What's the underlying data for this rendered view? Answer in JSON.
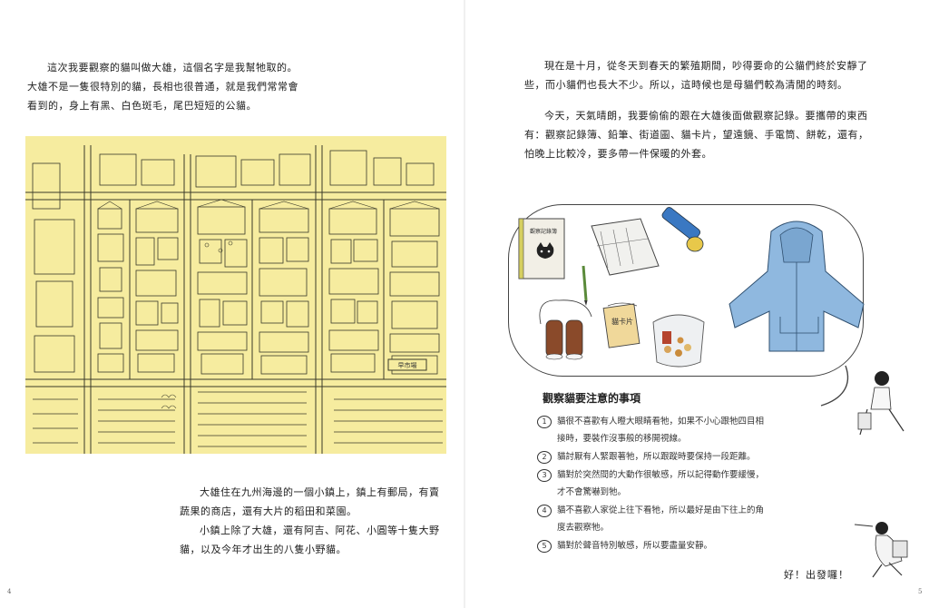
{
  "left_page": {
    "intro": [
      "這次我要觀察的貓叫做大雄，這個名字是我幫牠取的。",
      "大雄不是一隻很特別的貓，長相也很普通，就是我們常常會",
      "看到的，身上有黑、白色斑毛，尾巴短短的公貓。"
    ],
    "map_label": "早市場",
    "body": [
      "大雄住在九州海邊的一個小鎮上，鎮上有郵局，有賣",
      "蔬果的商店，還有大片的稻田和菜園。",
      "小鎮上除了大雄，還有阿吉、阿花、小圓等十隻大野",
      "貓，以及今年才出生的八隻小野貓。"
    ],
    "page_number": "4"
  },
  "right_page": {
    "para1": [
      "現在是十月，從冬天到春天的繁殖期間，吵得要命的公貓們終於安靜了",
      "些，而小貓們也長大不少。所以，這時候也是母貓們較為清閒的時刻。"
    ],
    "para2": [
      "今天，天氣晴朗，我要偷偷的跟在大雄後面做觀察記錄。要攜帶的東西",
      "有：觀察記錄簿、鉛筆、街道圖、貓卡片，望遠鏡、手電筒、餅乾，還有，",
      "怕晚上比較冷，要多帶一件保暖的外套。"
    ],
    "notebook_label": "觀察記錄簿",
    "cat_card_label": "貓卡片",
    "tips_title": "觀察貓要注意的事項",
    "tips": [
      {
        "num": "1",
        "lines": [
          "貓很不喜歡有人瞪大眼睛看牠，如果不小心跟牠四目相",
          "接時，要裝作沒事般的移開視線。"
        ]
      },
      {
        "num": "2",
        "lines": [
          "貓討厭有人緊跟著牠，所以跟蹤時要保持一段距離。"
        ]
      },
      {
        "num": "3",
        "lines": [
          "貓對於突然間的大動作很敏感，所以記得動作要緩慢，",
          "才不會驚嚇到牠。"
        ]
      },
      {
        "num": "4",
        "lines": [
          "貓不喜歡人家從上往下看牠，所以最好是由下往上的角",
          "度去觀察牠。"
        ]
      },
      {
        "num": "5",
        "lines": [
          "貓對於聲音特別敏感，所以要盡量安靜。"
        ]
      }
    ],
    "closing": "好！出發囉！",
    "page_number": "5"
  },
  "colors": {
    "map_bg": "#f6ec9f",
    "jacket": "#8fb8df",
    "binoculars": "#8a4a2a",
    "flashlight": "#3a78c2"
  }
}
